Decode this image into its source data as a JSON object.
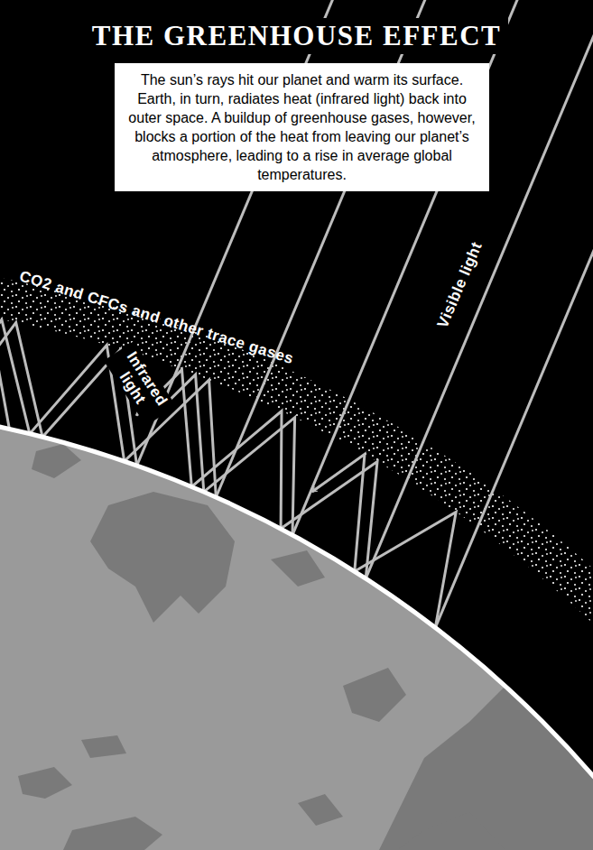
{
  "diagram": {
    "title": "THE GREENHOUSE EFFECT",
    "nodes": [
      {
        "text": [
          "The sun’s rays hit our planet and warm its surface. Earth, in turn, radiates heat (infrared light) back into outer space. A buildup of greenhouse gases, however, blocks a portion of the heat from leaving our planet’s atmosphere, leading to a rise in average global temperatures."
        ]
      }
    ],
    "labels": [
      "CO2 and CFCs and other trace gases",
      "Visible light",
      "Infrared light"
    ]
  }
}
